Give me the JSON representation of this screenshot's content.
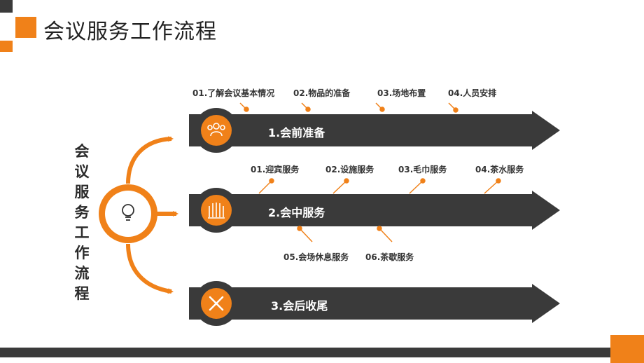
{
  "title": "会议服务工作流程",
  "side_title": "会议服务工作流程",
  "colors": {
    "accent": "#F08119",
    "dark": "#3A3A3A",
    "text": "#333333"
  },
  "stages": [
    {
      "label": "1.会前准备",
      "icon": "group-people-icon",
      "items_above": [
        "01.了解会议基本情况",
        "02.物品的准备",
        "03.场地布置",
        "04.人员安排"
      ],
      "items_below": []
    },
    {
      "label": "2.会中服务",
      "icon": "hands-raised-icon",
      "items_above": [
        "01.迎宾服务",
        "02.设施服务",
        "03.毛巾服务",
        "04.茶水服务"
      ],
      "items_below": [
        "05.会场休息服务",
        "06.茶歇服务"
      ]
    },
    {
      "label": "3.会后收尾",
      "icon": "tools-icon",
      "items_above": [],
      "items_below": []
    }
  ],
  "center_icon": "lightbulb-icon"
}
